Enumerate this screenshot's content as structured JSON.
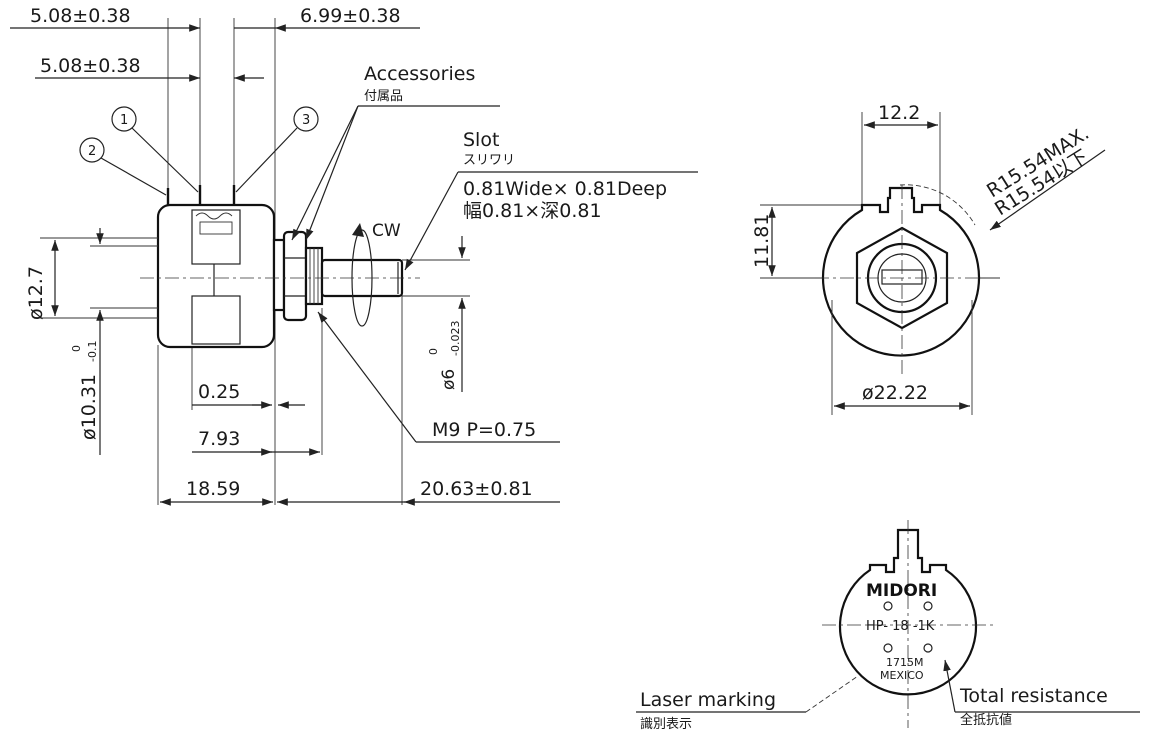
{
  "side_view": {
    "dims": {
      "top_pitch_outer": "5.08±0.38",
      "top_right": "6.99±0.38",
      "top_pitch_inner": "5.08±0.38",
      "dia_body": "ø12.7",
      "dia_flat": "ø10.31",
      "dia_flat_tol_upper": "0",
      "dia_flat_tol_lower": "-0.1",
      "dia_shaft": "ø6",
      "dia_shaft_tol_upper": "0",
      "dia_shaft_tol_lower": "-0.023",
      "gap": "0.25",
      "bushing": "7.93",
      "body_len": "18.59",
      "shaft_len": "20.63±0.81"
    },
    "terminals": [
      "1",
      "2",
      "3"
    ],
    "accessories": {
      "en": "Accessories",
      "jp": "付属品"
    },
    "slot": {
      "title_en": "Slot",
      "title_jp": "スリワリ",
      "spec_en": "0.81Wide× 0.81Deep",
      "spec_jp": "幅0.81×深0.81"
    },
    "rotation": "CW",
    "thread": "M9 P=0.75"
  },
  "front_view": {
    "width_top": "12.2",
    "height": "11.81",
    "radius_en": "R15.54MAX.",
    "radius_jp": "R15.54以下",
    "diameter": "ø22.22"
  },
  "marking_view": {
    "brand": "MIDORI",
    "model": "HP- 18 -1K",
    "date_code": "1715M",
    "origin": "MEXICO",
    "laser_en": "Laser marking",
    "laser_jp": "識別表示",
    "resistance_en": "Total resistance",
    "resistance_jp": "全抵抗値"
  }
}
